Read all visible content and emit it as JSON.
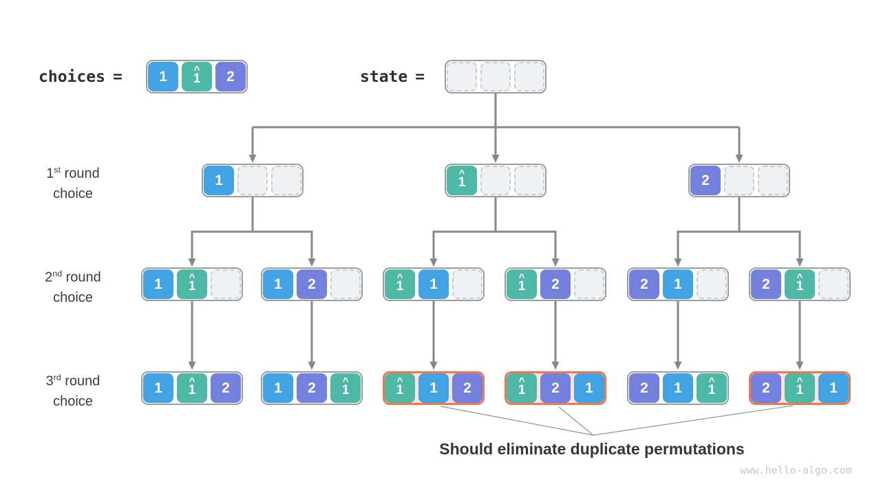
{
  "header": {
    "choices_label": "choices",
    "state_label": "state",
    "equals": "=",
    "choices_node": {
      "duplicate": false,
      "cells": [
        {
          "v": "1",
          "color": "blue"
        },
        {
          "v": "1",
          "color": "teal",
          "hat": true
        },
        {
          "v": "2",
          "color": "purple"
        }
      ]
    },
    "state_node": {
      "duplicate": false,
      "cells": [
        {
          "empty": true
        },
        {
          "empty": true
        },
        {
          "empty": true
        }
      ]
    }
  },
  "row_labels": [
    {
      "ordinal": "1",
      "suffix": "st",
      "rest": " round",
      "line2": "choice"
    },
    {
      "ordinal": "2",
      "suffix": "nd",
      "rest": " round",
      "line2": "choice"
    },
    {
      "ordinal": "3",
      "suffix": "rd",
      "rest": " round",
      "line2": "choice"
    }
  ],
  "tree": {
    "round1": [
      {
        "duplicate": false,
        "cells": [
          {
            "v": "1",
            "color": "blue"
          },
          {
            "empty": true
          },
          {
            "empty": true
          }
        ]
      },
      {
        "duplicate": false,
        "cells": [
          {
            "v": "1",
            "color": "teal",
            "hat": true
          },
          {
            "empty": true
          },
          {
            "empty": true
          }
        ]
      },
      {
        "duplicate": false,
        "cells": [
          {
            "v": "2",
            "color": "purple"
          },
          {
            "empty": true
          },
          {
            "empty": true
          }
        ]
      }
    ],
    "round2": [
      {
        "duplicate": false,
        "cells": [
          {
            "v": "1",
            "color": "blue"
          },
          {
            "v": "1",
            "color": "teal",
            "hat": true
          },
          {
            "empty": true
          }
        ]
      },
      {
        "duplicate": false,
        "cells": [
          {
            "v": "1",
            "color": "blue"
          },
          {
            "v": "2",
            "color": "purple"
          },
          {
            "empty": true
          }
        ]
      },
      {
        "duplicate": false,
        "cells": [
          {
            "v": "1",
            "color": "teal",
            "hat": true
          },
          {
            "v": "1",
            "color": "blue"
          },
          {
            "empty": true
          }
        ]
      },
      {
        "duplicate": false,
        "cells": [
          {
            "v": "1",
            "color": "teal",
            "hat": true
          },
          {
            "v": "2",
            "color": "purple"
          },
          {
            "empty": true
          }
        ]
      },
      {
        "duplicate": false,
        "cells": [
          {
            "v": "2",
            "color": "purple"
          },
          {
            "v": "1",
            "color": "blue"
          },
          {
            "empty": true
          }
        ]
      },
      {
        "duplicate": false,
        "cells": [
          {
            "v": "2",
            "color": "purple"
          },
          {
            "v": "1",
            "color": "teal",
            "hat": true
          },
          {
            "empty": true
          }
        ]
      }
    ],
    "round3": [
      {
        "duplicate": false,
        "cells": [
          {
            "v": "1",
            "color": "blue"
          },
          {
            "v": "1",
            "color": "teal",
            "hat": true
          },
          {
            "v": "2",
            "color": "purple"
          }
        ]
      },
      {
        "duplicate": false,
        "cells": [
          {
            "v": "1",
            "color": "blue"
          },
          {
            "v": "2",
            "color": "purple"
          },
          {
            "v": "1",
            "color": "teal",
            "hat": true
          }
        ]
      },
      {
        "duplicate": true,
        "cells": [
          {
            "v": "1",
            "color": "teal",
            "hat": true
          },
          {
            "v": "1",
            "color": "blue"
          },
          {
            "v": "2",
            "color": "purple"
          }
        ]
      },
      {
        "duplicate": true,
        "cells": [
          {
            "v": "1",
            "color": "teal",
            "hat": true
          },
          {
            "v": "2",
            "color": "purple"
          },
          {
            "v": "1",
            "color": "blue"
          }
        ]
      },
      {
        "duplicate": false,
        "cells": [
          {
            "v": "2",
            "color": "purple"
          },
          {
            "v": "1",
            "color": "blue"
          },
          {
            "v": "1",
            "color": "teal",
            "hat": true
          }
        ]
      },
      {
        "duplicate": true,
        "cells": [
          {
            "v": "2",
            "color": "purple"
          },
          {
            "v": "1",
            "color": "teal",
            "hat": true
          },
          {
            "v": "1",
            "color": "blue"
          }
        ]
      }
    ]
  },
  "caption": "Should eliminate duplicate permutations",
  "watermark": "www.hello-algo.com",
  "colors": {
    "blue": "#41a3e3",
    "teal": "#4eb8a6",
    "purple": "#7380dd",
    "node_border": "#9a9da0",
    "duplicate_border": "#f2764e",
    "duplicate_fill": "#fbe2db",
    "empty_fill": "#f0f1f2",
    "empty_border": "#c9cbcd",
    "connector": "#85878a",
    "thin_line": "#909295"
  }
}
